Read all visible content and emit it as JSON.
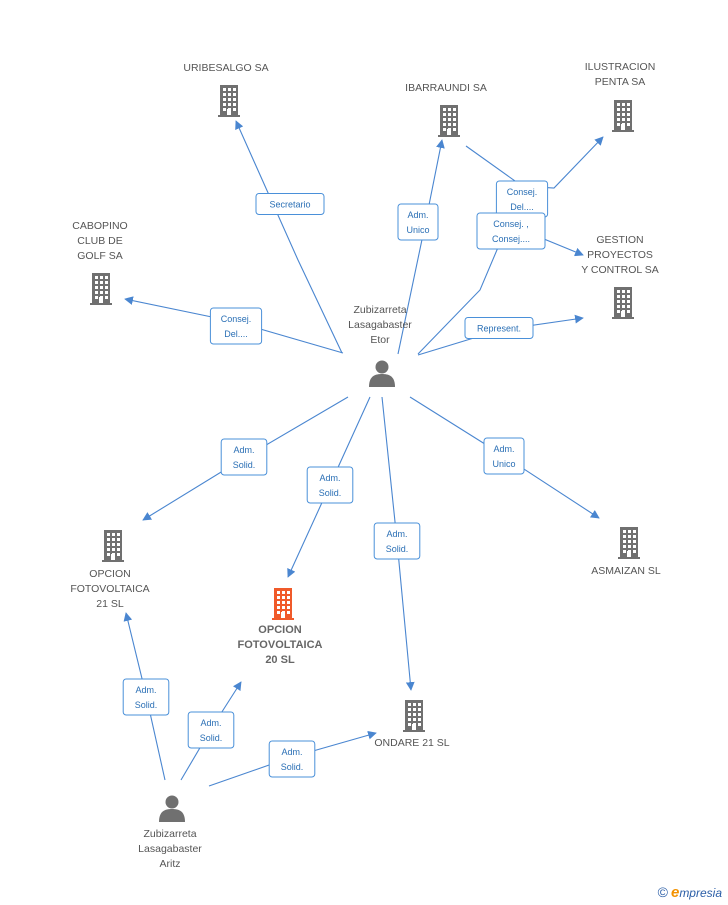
{
  "colors": {
    "company": "#707070",
    "focus_company": "#f05a2a",
    "person": "#707070",
    "edge": "#4a86d0",
    "edge_label_text": "#2a6fb5",
    "brand_blue": "#2b5ea7",
    "brand_orange": "#f39200"
  },
  "nodes": [
    {
      "id": "uribesalgo",
      "type": "company",
      "lines": [
        "URIBESALGO SA"
      ]
    },
    {
      "id": "ibarraundi",
      "type": "company",
      "lines": [
        "IBARRAUNDI SA"
      ]
    },
    {
      "id": "ilustracion",
      "type": "company",
      "lines": [
        "ILUSTRACION",
        "PENTA SA"
      ]
    },
    {
      "id": "cabopino",
      "type": "company",
      "lines": [
        "CABOPINO",
        "CLUB DE",
        "GOLF SA"
      ]
    },
    {
      "id": "gestion",
      "type": "company",
      "lines": [
        "GESTION",
        "PROYECTOS",
        "Y CONTROL SA"
      ]
    },
    {
      "id": "etor",
      "type": "person",
      "lines": [
        "Zubizarreta",
        "Lasagabaster",
        "Etor"
      ]
    },
    {
      "id": "opcion21",
      "type": "company",
      "lines": [
        "OPCION",
        "FOTOVOLTAICA",
        "21 SL"
      ]
    },
    {
      "id": "opcion20",
      "type": "focus",
      "lines": [
        "OPCION",
        "FOTOVOLTAICA",
        "20 SL"
      ]
    },
    {
      "id": "asmaizan",
      "type": "company",
      "lines": [
        "ASMAIZAN SL"
      ]
    },
    {
      "id": "ondare",
      "type": "company",
      "lines": [
        "ONDARE 21 SL"
      ]
    },
    {
      "id": "aritz",
      "type": "person",
      "lines": [
        "Zubizarreta",
        "Lasagabaster",
        "Aritz"
      ]
    }
  ],
  "edges": [
    {
      "from": "etor",
      "to": "uribesalgo",
      "label": [
        "Secretario"
      ]
    },
    {
      "from": "etor",
      "to": "ibarraundi",
      "label": [
        "Adm.",
        "Unico"
      ]
    },
    {
      "from": "etor",
      "to": "ilustracion",
      "label": [
        "Consej.",
        "Del...."
      ]
    },
    {
      "from": "ibarraundi",
      "to": "gestion",
      "label": [
        "Consej. ,",
        "Consej...."
      ]
    },
    {
      "from": "etor",
      "to": "cabopino",
      "label": [
        "Consej.",
        "Del...."
      ]
    },
    {
      "from": "etor",
      "to": "gestion",
      "label": [
        "Represent."
      ]
    },
    {
      "from": "etor",
      "to": "opcion21",
      "label": [
        "Adm.",
        "Solid."
      ]
    },
    {
      "from": "etor",
      "to": "opcion20",
      "label": [
        "Adm.",
        "Solid."
      ]
    },
    {
      "from": "etor",
      "to": "ondare",
      "label": [
        "Adm.",
        "Solid."
      ]
    },
    {
      "from": "etor",
      "to": "asmaizan",
      "label": [
        "Adm.",
        "Unico"
      ]
    },
    {
      "from": "aritz",
      "to": "opcion21",
      "label": [
        "Adm.",
        "Solid."
      ]
    },
    {
      "from": "aritz",
      "to": "opcion20",
      "label": [
        "Adm.",
        "Solid."
      ]
    },
    {
      "from": "aritz",
      "to": "ondare",
      "label": [
        "Adm.",
        "Solid."
      ]
    }
  ],
  "brand": {
    "copyright": "©",
    "initial": "e",
    "rest": "mpresia"
  }
}
